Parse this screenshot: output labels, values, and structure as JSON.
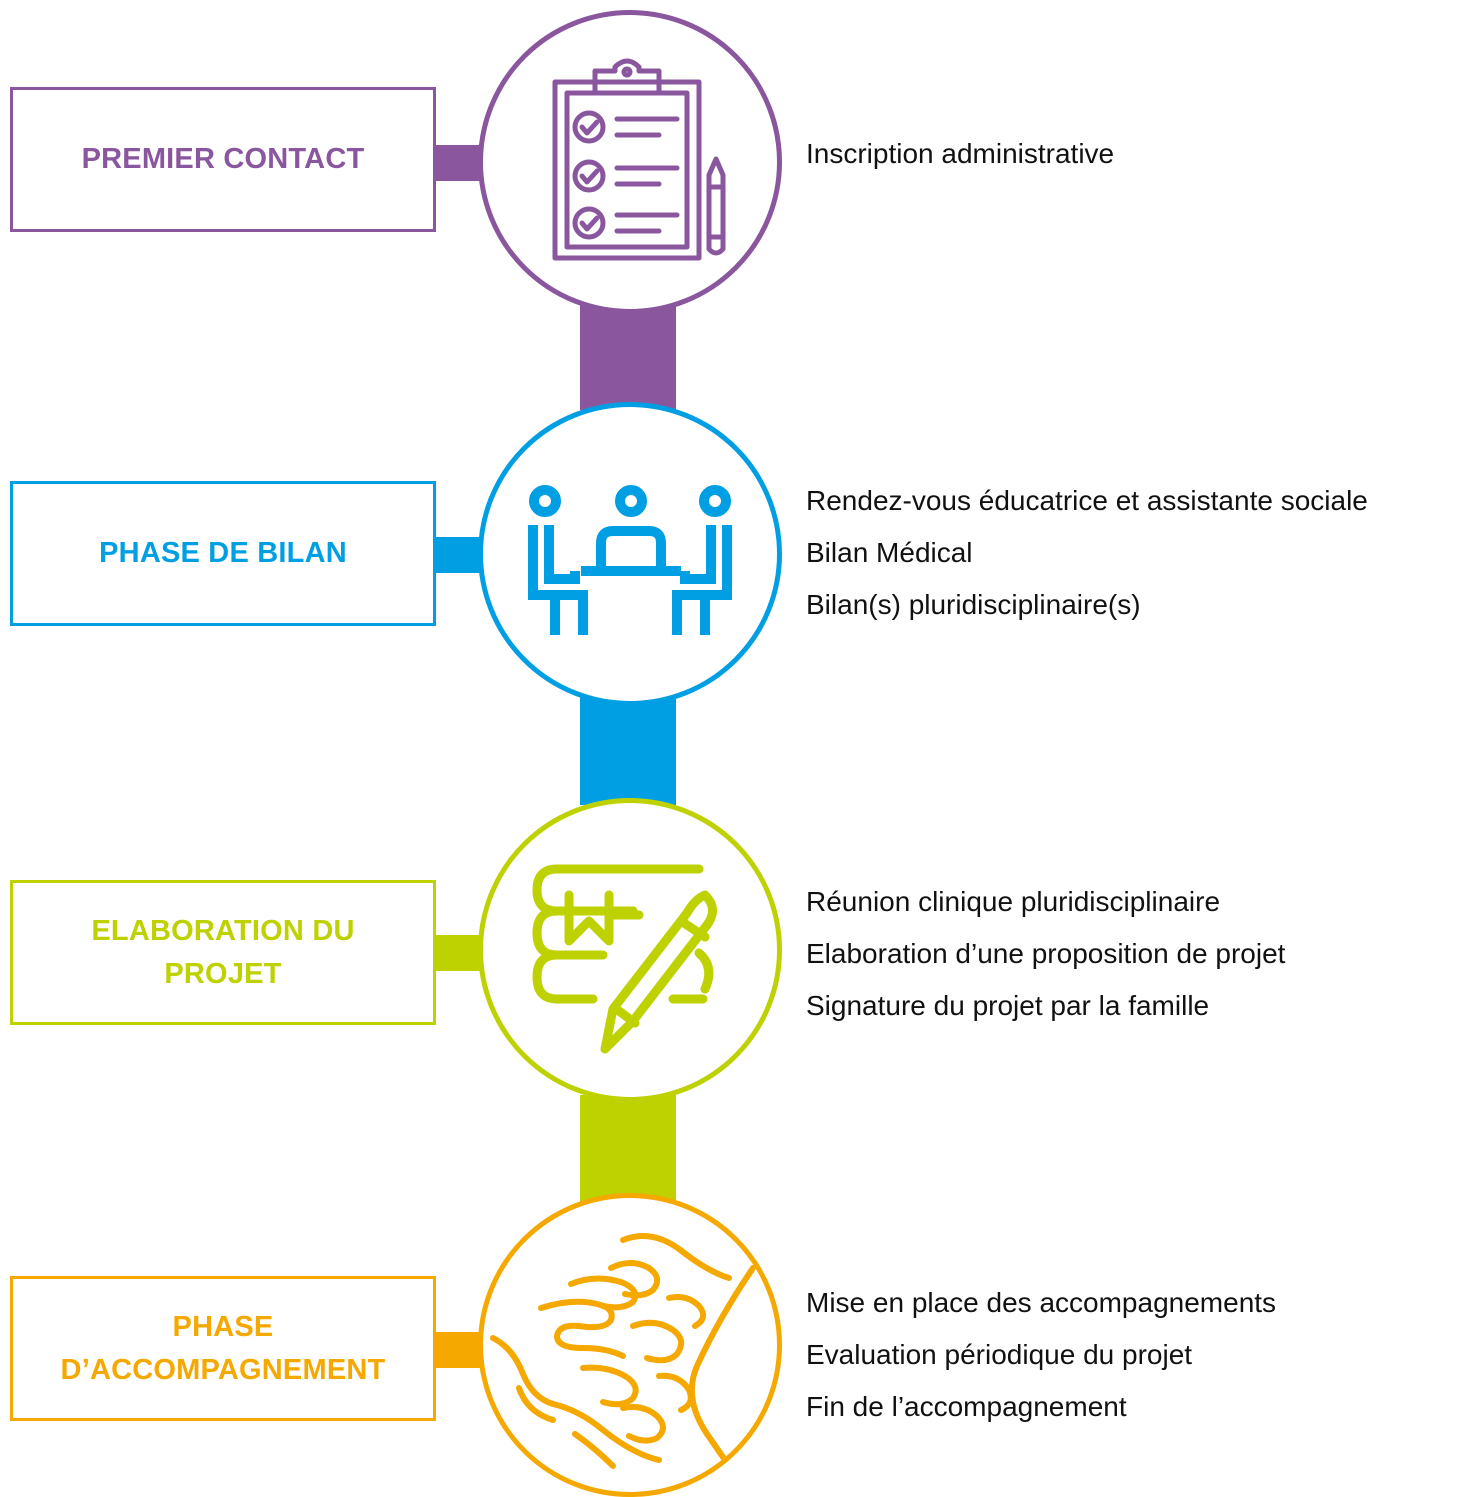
{
  "colors": {
    "phase1": "#8a579f",
    "phase2": "#009fe3",
    "phase3": "#bdd200",
    "phase4": "#f5a800"
  },
  "phases": [
    {
      "title_lines": [
        "PREMIER CONTACT"
      ],
      "icon": "clipboard-checklist-icon",
      "items": [
        "Inscription administrative"
      ]
    },
    {
      "title_lines": [
        "PHASE DE BILAN"
      ],
      "icon": "meeting-table-icon",
      "items": [
        "Rendez-vous éducatrice et assistante sociale",
        "Bilan Médical",
        "Bilan(s) pluridisciplinaire(s)"
      ]
    },
    {
      "title_lines": [
        "ELABORATION DU",
        "PROJET"
      ],
      "icon": "books-pencil-icon",
      "items": [
        "Réunion clinique pluridisciplinaire",
        "Elaboration d’une proposition de projet",
        "Signature du projet par la famille"
      ]
    },
    {
      "title_lines": [
        "PHASE",
        "D’ACCOMPAGNEMENT"
      ],
      "icon": "stacked-hands-icon",
      "items": [
        "Mise en place des accompagnements",
        "Evaluation périodique du projet",
        "Fin de l’accompagnement"
      ]
    }
  ]
}
